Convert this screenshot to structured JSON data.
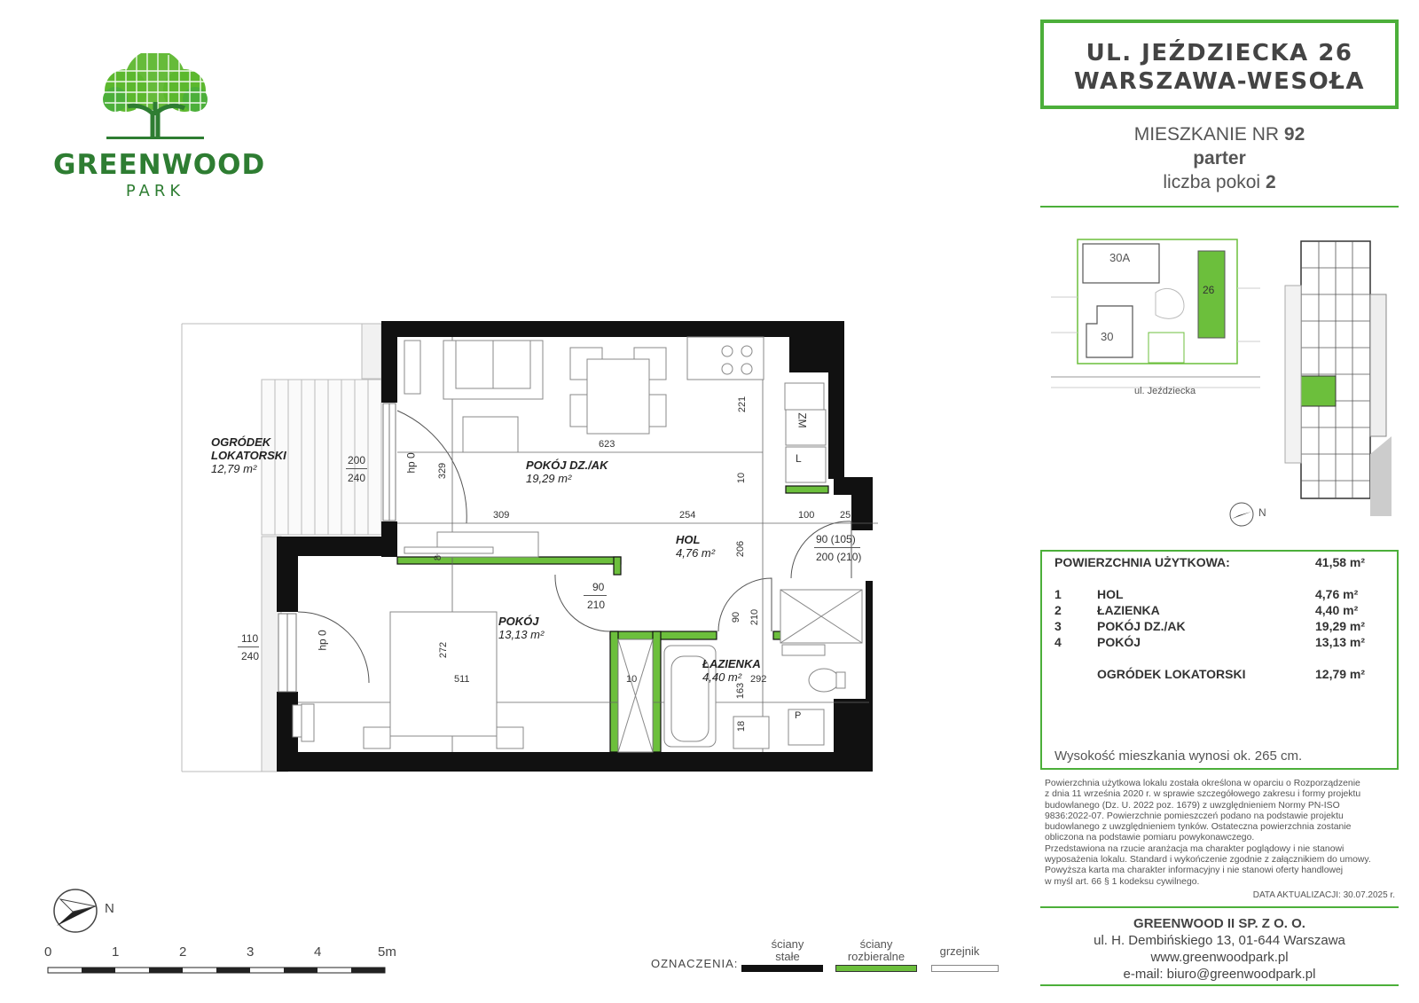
{
  "logo": {
    "name": "GREENWOOD",
    "sub": "PARK",
    "colors": {
      "brand_green": "#2e7d32",
      "accent_green": "#4caf3a"
    }
  },
  "address": {
    "line1": "UL. JEŹDZIECKA 26",
    "line2": "WARSZAWA-WESOŁA"
  },
  "apartment": {
    "number_label": "MIESZKANIE NR",
    "number": "92",
    "floor": "parter",
    "rooms_label": "liczba pokoi",
    "rooms": "2"
  },
  "sitemap": {
    "b1": "30A",
    "b2": "26",
    "b3": "30",
    "street": "ul. Jeździecka"
  },
  "compass_label": "N",
  "plan": {
    "garden": {
      "name": "OGRÓDEK",
      "name2": "LOKATORSKI",
      "area": "12,79 m²"
    },
    "living": {
      "name": "POKÓJ DZ./AK",
      "area": "19,29 m²"
    },
    "hall": {
      "name": "HOL",
      "area": "4,76 m²"
    },
    "room": {
      "name": "POKÓJ",
      "area": "13,13 m²"
    },
    "bath": {
      "name": "ŁAZIENKA",
      "area": "4,40 m²"
    },
    "fixtures": {
      "zm": "ZM",
      "l": "L",
      "p": "P"
    },
    "dims": {
      "d623": "623",
      "d221": "221",
      "d329": "329",
      "d309": "309",
      "d254": "254",
      "d100": "100",
      "d25": "25",
      "d10a": "10",
      "d206": "206",
      "d8": "8",
      "d272": "272",
      "d511": "511",
      "d10b": "10",
      "d292": "292",
      "d163": "163",
      "d18": "18",
      "d90a": "90",
      "d210a": "210",
      "w1a": "200",
      "w1b": "240",
      "w2a": "110",
      "w2b": "240",
      "door_ext_a": "90 (105)",
      "door_ext_b": "200 (210)",
      "door_room_a": "90",
      "door_room_b": "210",
      "door_bath_a": "90",
      "door_bath_b": "210",
      "hp1": "hp 0",
      "hp2": "hp 0"
    }
  },
  "area_box": {
    "title": "POWIERZCHNIA UŻYTKOWA:",
    "total": "41,58 m²",
    "rows": [
      {
        "no": "1",
        "name": "HOL",
        "area": "4,76 m²"
      },
      {
        "no": "2",
        "name": "ŁAZIENKA",
        "area": "4,40 m²"
      },
      {
        "no": "3",
        "name": "POKÓJ DZ./AK",
        "area": "19,29 m²"
      },
      {
        "no": "4",
        "name": "POKÓJ",
        "area": "13,13 m²"
      }
    ],
    "garden_name": "OGRÓDEK LOKATORSKI",
    "garden_area": "12,79 m²",
    "height_note": "Wysokość mieszkania wynosi ok. 265 cm."
  },
  "legal": {
    "lines": [
      "Powierzchnia użytkowa lokalu została określona w oparciu o Rozporządzenie",
      "z dnia 11 września 2020 r. w sprawie szczegółowego zakresu i formy projektu",
      "budowlanego (Dz. U. 2022 poz. 1679) z uwzględnieniem Normy PN-ISO",
      "9836:2022-07. Powierzchnie pomieszczeń podano na podstawie projektu",
      "budowlanego z uwzględnieniem tynków. Ostateczna powierzchnia zostanie",
      "obliczona na podstawie pomiaru powykonawczego.",
      "Przedstawiona na rzucie aranżacja ma charakter poglądowy i nie stanowi",
      "wyposażenia lokalu. Standard i wykończenie zgodnie z załącznikiem do umowy.",
      "Powyższa karta ma charakter informacyjny i nie stanowi oferty handlowej",
      "w myśl art. 66 § 1 kodeksu cywilnego."
    ],
    "date": "DATA AKTUALIZACJI: 30.07.2025 r."
  },
  "company": {
    "name": "GREENWOOD II SP. Z O. O.",
    "address": "ul. H. Dembińskiego 13, 01-644 Warszawa",
    "web": "www.greenwoodpark.pl",
    "email": "e-mail: biuro@greenwoodpark.pl"
  },
  "legend": {
    "title": "OZNACZENIA:",
    "walls_fixed_1": "ściany",
    "walls_fixed_2": "stałe",
    "walls_removable_1": "ściany",
    "walls_removable_2": "rozbieralne",
    "radiator": "grzejnik"
  },
  "scale": {
    "ticks": [
      "0",
      "1",
      "2",
      "3",
      "4",
      "5m"
    ]
  }
}
